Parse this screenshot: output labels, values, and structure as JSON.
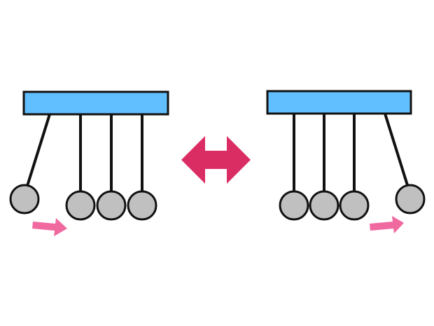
{
  "colors": {
    "background": "#ffffff",
    "frame_fill": "#62bfff",
    "frame_stroke": "#111111",
    "string": "#111111",
    "ball_fill": "#c0c0c0",
    "ball_stroke": "#111111",
    "motion_arrow": "#f06aa0",
    "double_arrow": "#da2d64"
  },
  "diagram": {
    "subject": "newtons-cradle",
    "panels": [
      {
        "id": "left",
        "swinging_ball": "first",
        "motion_direction": "right"
      },
      {
        "id": "right",
        "swinging_ball": "last",
        "motion_direction": "right"
      }
    ],
    "balls_per_cradle": 4,
    "connector": "double-headed-arrow"
  }
}
